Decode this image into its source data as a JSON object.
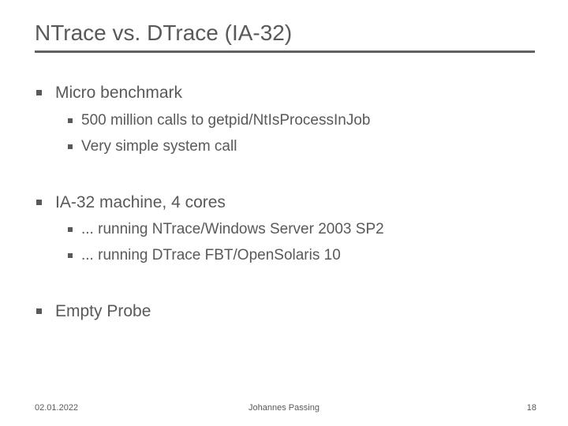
{
  "slide": {
    "title": "NTrace vs. DTrace (IA-32)",
    "sections": [
      {
        "label": "Micro benchmark",
        "items": [
          "500 million calls to getpid/NtIsProcessInJob",
          "Very simple system call"
        ]
      },
      {
        "label": "IA-32 machine, 4 cores",
        "items": [
          "... running NTrace/Windows Server 2003 SP2",
          "... running DTrace FBT/OpenSolaris 10"
        ]
      },
      {
        "label": "Empty Probe",
        "items": []
      }
    ],
    "footer": {
      "date": "02.01.2022",
      "author": "Johannes Passing",
      "page_number": "18"
    },
    "icons": {
      "bullet": "black-small-square"
    },
    "colors": {
      "text": "#595959",
      "rule": "#616161",
      "background": "#ffffff"
    }
  }
}
